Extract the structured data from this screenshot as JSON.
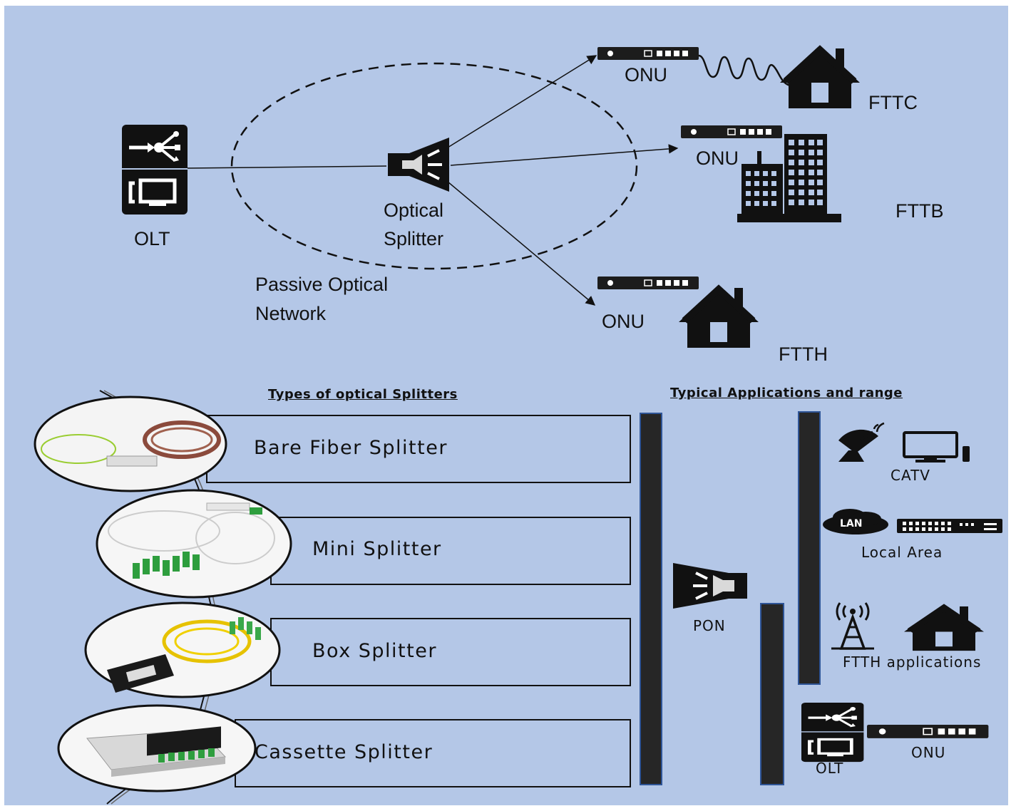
{
  "colors": {
    "background": "#b4c7e7",
    "dark": "#1c1c1c",
    "bar": "#262626",
    "bar_edge": "#2f5597"
  },
  "top": {
    "olt_label": "OLT",
    "splitter_label_1": "Optical",
    "splitter_label_2": "Splitter",
    "pon_label_1": "Passive Optical",
    "pon_label_2": "Network",
    "onu_1": "ONU",
    "onu_2": "ONU",
    "onu_3": "ONU",
    "fttc": "FTTC",
    "fttb": "FTTB",
    "ftth": "FTTH"
  },
  "bottom": {
    "types_heading": "Types of optical Splitters",
    "apps_heading": "Typical Applications and range",
    "splitters": [
      {
        "label": "Bare Fiber Splitter",
        "photo": "bare-fiber-splitter-photo"
      },
      {
        "label": "Mini Splitter",
        "photo": "mini-splitter-photo"
      },
      {
        "label": "Box Splitter",
        "photo": "box-splitter-photo"
      },
      {
        "label": "Cassette Splitter",
        "photo": "cassette-splitter-photo"
      }
    ],
    "pon_label": "PON",
    "catv_label": "CATV",
    "lan_badge": "LAN",
    "local_area_label": "Local Area",
    "ftth_apps_label": "FTTH applications",
    "olt_label": "OLT",
    "onu_label": "ONU"
  },
  "icons": [
    "olt-icon",
    "optical-splitter-icon",
    "onu-device-icon",
    "house-icon",
    "building-icon",
    "satellite-dish-icon",
    "tv-icon",
    "lan-cloud-icon",
    "network-switch-icon",
    "radio-tower-icon"
  ]
}
